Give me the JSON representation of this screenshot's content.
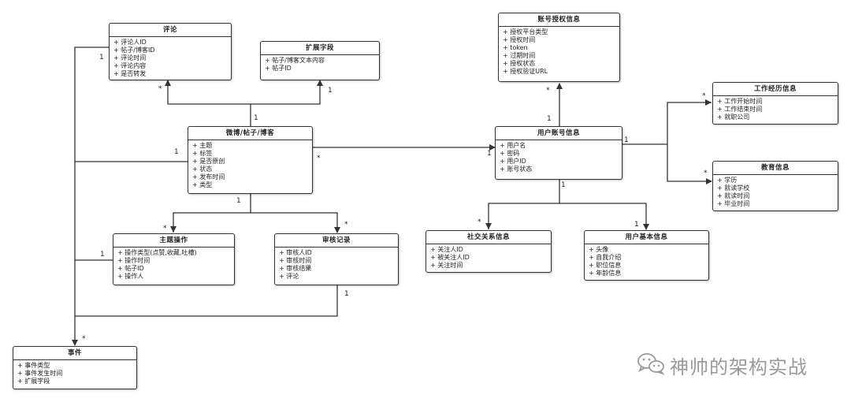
{
  "diagram": {
    "classes": {
      "comment": {
        "title": "评论",
        "attrs": [
          "+ 评论人ID",
          "+ 帖子/博客ID",
          "+ 评论时间",
          "+ 评论内容",
          "+ 是否转发"
        ]
      },
      "ext": {
        "title": "扩展字段",
        "attrs": [
          "+ 帖子/博客文本内容",
          "+ 帖子ID"
        ]
      },
      "post": {
        "title": "微博/帖子/博客",
        "attrs": [
          "+ 主题",
          "+ 标签",
          "+ 是否原创",
          "+ 状态",
          "+ 发布时间",
          "+ 类型"
        ]
      },
      "topic": {
        "title": "主题操作",
        "attrs": [
          "+ 操作类型(点赞,收藏,吐槽)",
          "+ 操作时间",
          "+ 帖子ID",
          "+ 操作人"
        ]
      },
      "audit": {
        "title": "审核记录",
        "attrs": [
          "+ 审核人ID",
          "+ 审核时间",
          "+ 审核结果",
          "+ 评论"
        ]
      },
      "event": {
        "title": "事件",
        "attrs": [
          "+ 事件类型",
          "+ 事件发生时间",
          "+ 扩展字段"
        ]
      },
      "auth": {
        "title": "账号授权信息",
        "attrs": [
          "+ 授权平台类型",
          "+ 授权时间",
          "+ token",
          "+ 过期时间",
          "+ 授权状态",
          "+ 授权验证URL"
        ]
      },
      "account": {
        "title": "用户账号信息",
        "attrs": [
          "+ 用户名",
          "+ 密码",
          "+ 用户ID",
          "+ 账号状态"
        ]
      },
      "work": {
        "title": "工作经历信息",
        "attrs": [
          "+ 工作开始时间",
          "+ 工作结束时间",
          "+ 就职公司"
        ]
      },
      "edu": {
        "title": "教育信息",
        "attrs": [
          "+ 学历",
          "+ 就读学校",
          "+ 就读时间",
          "+ 毕业时间"
        ]
      },
      "social": {
        "title": "社交关系信息",
        "attrs": [
          "+ 关注人ID",
          "+ 被关注人ID",
          "+ 关注时间"
        ]
      },
      "profile": {
        "title": "用户基本信息",
        "attrs": [
          "+ 头像",
          "+ 自我介绍",
          "+ 职位信息",
          "+ 年龄信息"
        ]
      }
    },
    "multiplicities": {
      "one": "1",
      "many": "*"
    },
    "colors": {
      "line": "#333333",
      "border": "#333333",
      "watermark": "#9a9a9a"
    }
  },
  "watermark": {
    "icon": "wechat-icon",
    "text": "神帅的架构实战"
  }
}
